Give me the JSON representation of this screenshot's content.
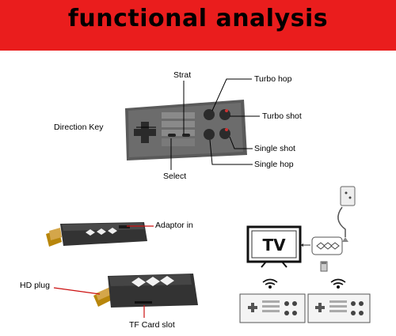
{
  "banner": {
    "title": "functional analysis",
    "color": "#ea1d1d"
  },
  "controller_labels": {
    "strat": "Strat",
    "turbo_hop": "Turbo hop",
    "turbo_shot": "Turbo shot",
    "direction_key": "Direction Key",
    "single_shot": "Single shot",
    "single_hop": "Single hop",
    "select": "Select"
  },
  "dongle_labels": {
    "adaptor_in": "Adaptor in",
    "hd_plug": "HD plug",
    "tf_card_slot": "TF Card slot"
  },
  "setup": {
    "tv_text": "TV"
  },
  "accent_colors": {
    "banner": "#ea1d1d",
    "pointer_red": "#cc1111",
    "device_body": "#3a3a3a"
  }
}
